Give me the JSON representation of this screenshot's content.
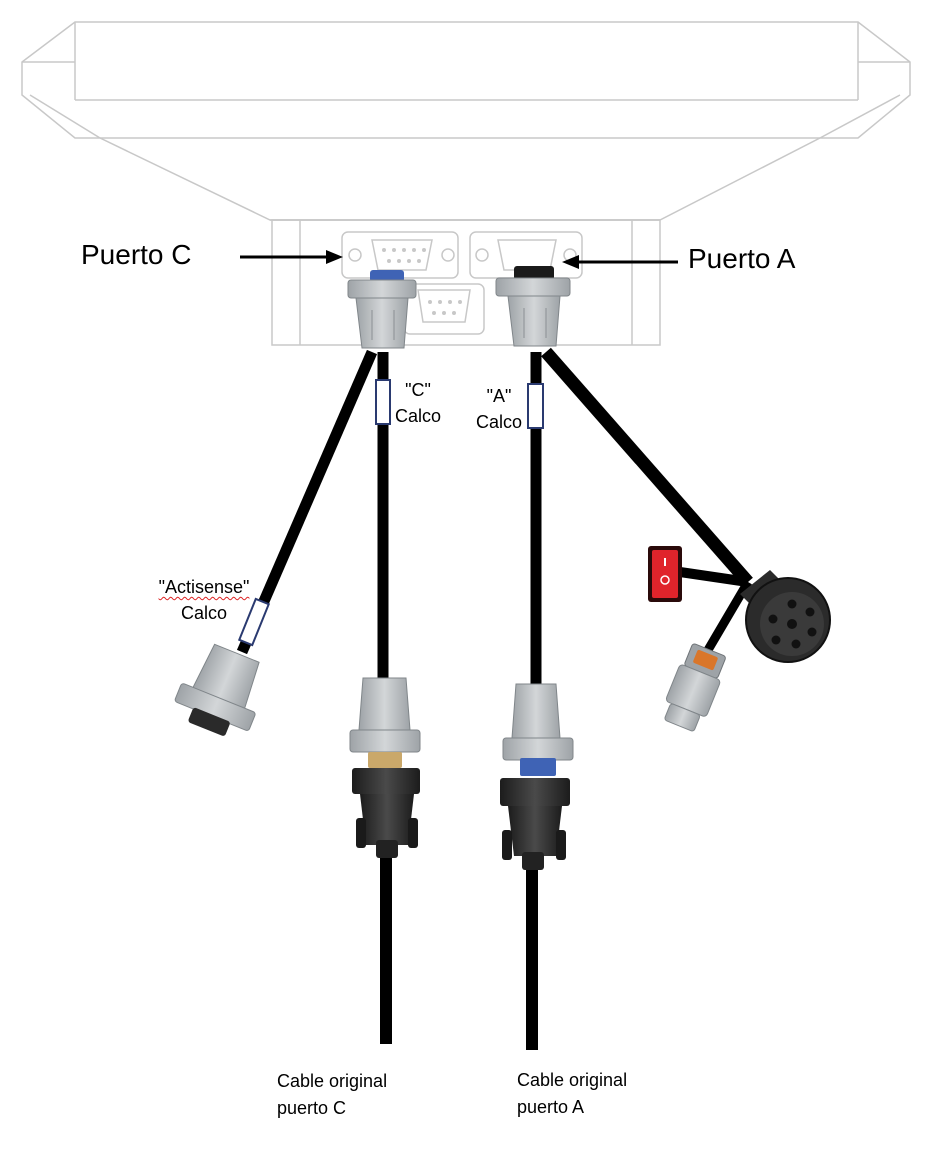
{
  "labels": {
    "port_c": "Puerto C",
    "port_a": "Puerto A",
    "sticker_c_line1": "\"C\"",
    "sticker_c_line2": "Calco",
    "sticker_a_line1": "\"A\"",
    "sticker_a_line2": "Calco",
    "sticker_actisense_line1": "\"Actisense\"",
    "sticker_actisense_line2": "Calco",
    "cable_c_line1": "Cable original",
    "cable_c_line2": "puerto C",
    "cable_a_line1": "Cable original",
    "cable_a_line2": "puerto A"
  },
  "colors": {
    "cable": "#000000",
    "monitor_outline": "#c8c8c8",
    "connector_shell": "#b9bdc0",
    "db9_blue": "#3f63b5",
    "switch_red": "#e0242b",
    "plug_dark": "#2b2b2b"
  },
  "icons": [
    "monitor-outline",
    "db9-connector",
    "rocker-switch-icon",
    "deutsch-9pin-connector",
    "dt-4pin-connector"
  ]
}
